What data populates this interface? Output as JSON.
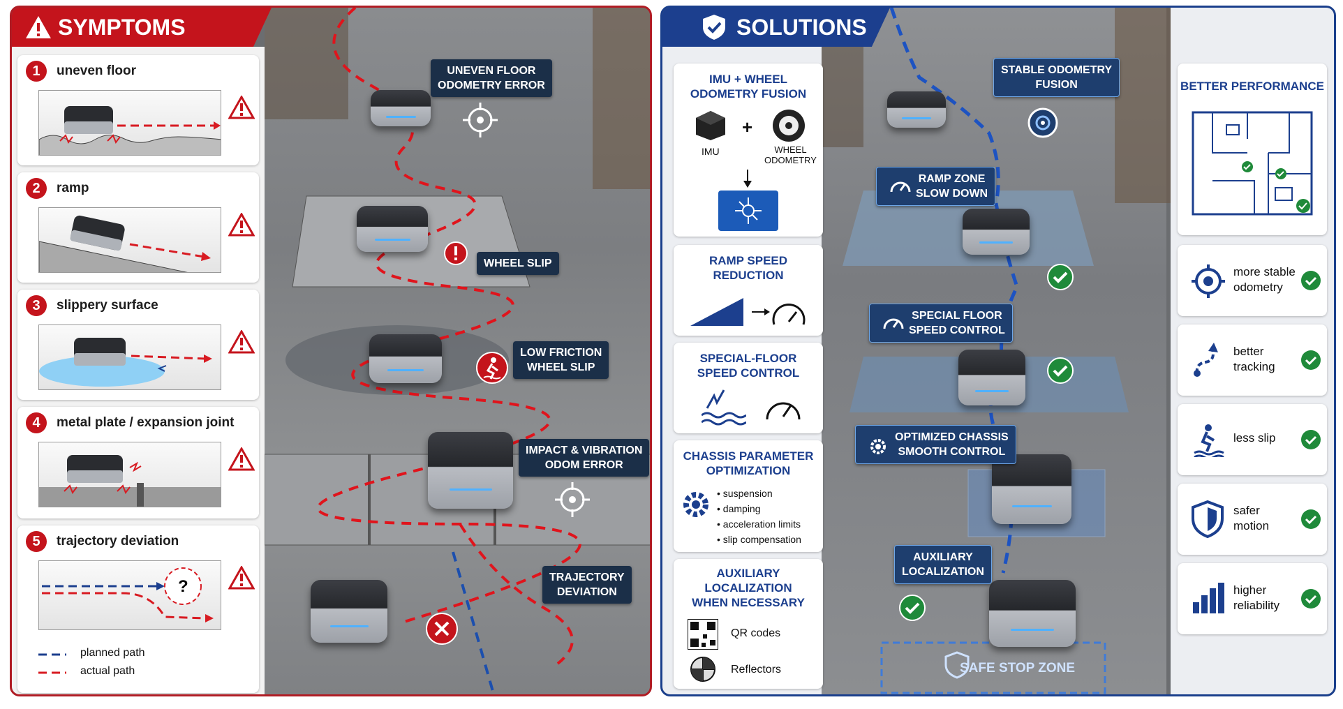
{
  "symptoms": {
    "header": "SYMPTOMS",
    "items": [
      {
        "num": "1",
        "label": "uneven floor"
      },
      {
        "num": "2",
        "label": "ramp"
      },
      {
        "num": "3",
        "label": "slippery surface"
      },
      {
        "num": "4",
        "label": "metal plate / expansion joint"
      },
      {
        "num": "5",
        "label": "trajectory deviation"
      }
    ],
    "legend": {
      "planned": "planned path",
      "actual": "actual path"
    },
    "tags": {
      "uneven": "UNEVEN FLOOR\nODOMETRY ERROR",
      "slip": "WHEEL SLIP",
      "friction": "LOW FRICTION\nWHEEL SLIP",
      "impact": "IMPACT & VIBRATION\nODOM ERROR",
      "deviation": "TRAJECTORY\nDEVIATION"
    }
  },
  "solutions": {
    "header": "SOLUTIONS",
    "cards": {
      "imu": {
        "title": "IMU + WHEEL\nODOMETRY FUSION",
        "imu_label": "IMU",
        "wheel_label": "WHEEL\nODOMETRY"
      },
      "ramp": {
        "title": "RAMP SPEED\nREDUCTION"
      },
      "floor": {
        "title": "SPECIAL-FLOOR\nSPEED CONTROL"
      },
      "chassis": {
        "title": "CHASSIS PARAMETER\nOPTIMIZATION",
        "bullets": [
          "suspension",
          "damping",
          "acceleration limits",
          "slip compensation"
        ]
      },
      "aux": {
        "title": "AUXILIARY\nLOCALIZATION\nWHEN NECESSARY",
        "qr": "QR codes",
        "reflectors": "Reflectors"
      }
    },
    "tags": {
      "stable": "STABLE ODOMETRY\nFUSION",
      "ramp": "RAMP ZONE\nSLOW DOWN",
      "floor": "SPECIAL FLOOR\nSPEED CONTROL",
      "chassis": "OPTIMIZED CHASSIS\nSMOOTH CONTROL",
      "aux": "AUXILIARY\nLOCALIZATION",
      "safe": "SAFE STOP ZONE"
    },
    "performance": {
      "title": "BETTER PERFORMANCE",
      "items": [
        {
          "label": "more stable\nodometry",
          "icon": "target-icon"
        },
        {
          "label": "better\ntracking",
          "icon": "tracking-icon"
        },
        {
          "label": "less slip",
          "icon": "no-slip-icon"
        },
        {
          "label": "safer\nmotion",
          "icon": "shield-icon"
        },
        {
          "label": "higher\nreliability",
          "icon": "bar-chart-icon"
        }
      ]
    }
  },
  "colors": {
    "red": "#c4141c",
    "blue": "#1c3f8e",
    "green": "#1f8a3a",
    "navy": "#1b2f48"
  }
}
